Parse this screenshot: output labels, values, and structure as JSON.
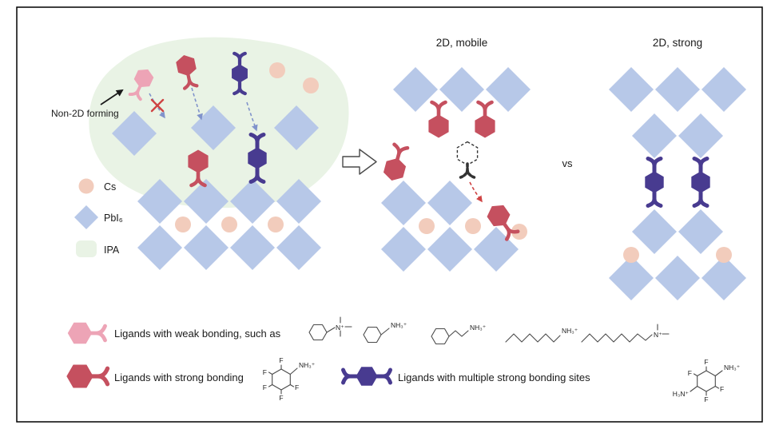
{
  "labels": {
    "non2d": "Non-2D forming",
    "mobile_title": "2D, mobile",
    "strong_title": "2D, strong",
    "vs": "vs"
  },
  "legend": {
    "cs": "Cs",
    "pbi6": "PbI₆",
    "ipa": "IPA"
  },
  "bottom": {
    "weak": "Ligands with weak bonding, such as",
    "strong": "Ligands with strong bonding",
    "multi": "Ligands with multiple strong bonding sites"
  },
  "chem": {
    "n_plus": "N⁺",
    "nh3_plus": "NH₃⁺",
    "h3n_plus": "H₃N⁺",
    "f": "F"
  },
  "colors": {
    "ink": "#1a1a1a",
    "diamond": "#b7c8e8",
    "cs": "#f2ccbc",
    "ipa": "#e9f3e5",
    "weak": "#eda4b6",
    "strong": "#c5505f",
    "multi": "#483b90",
    "arrowblue": "#8093cb",
    "arrowred": "#cf4343",
    "chem": "#4a4a4a"
  }
}
